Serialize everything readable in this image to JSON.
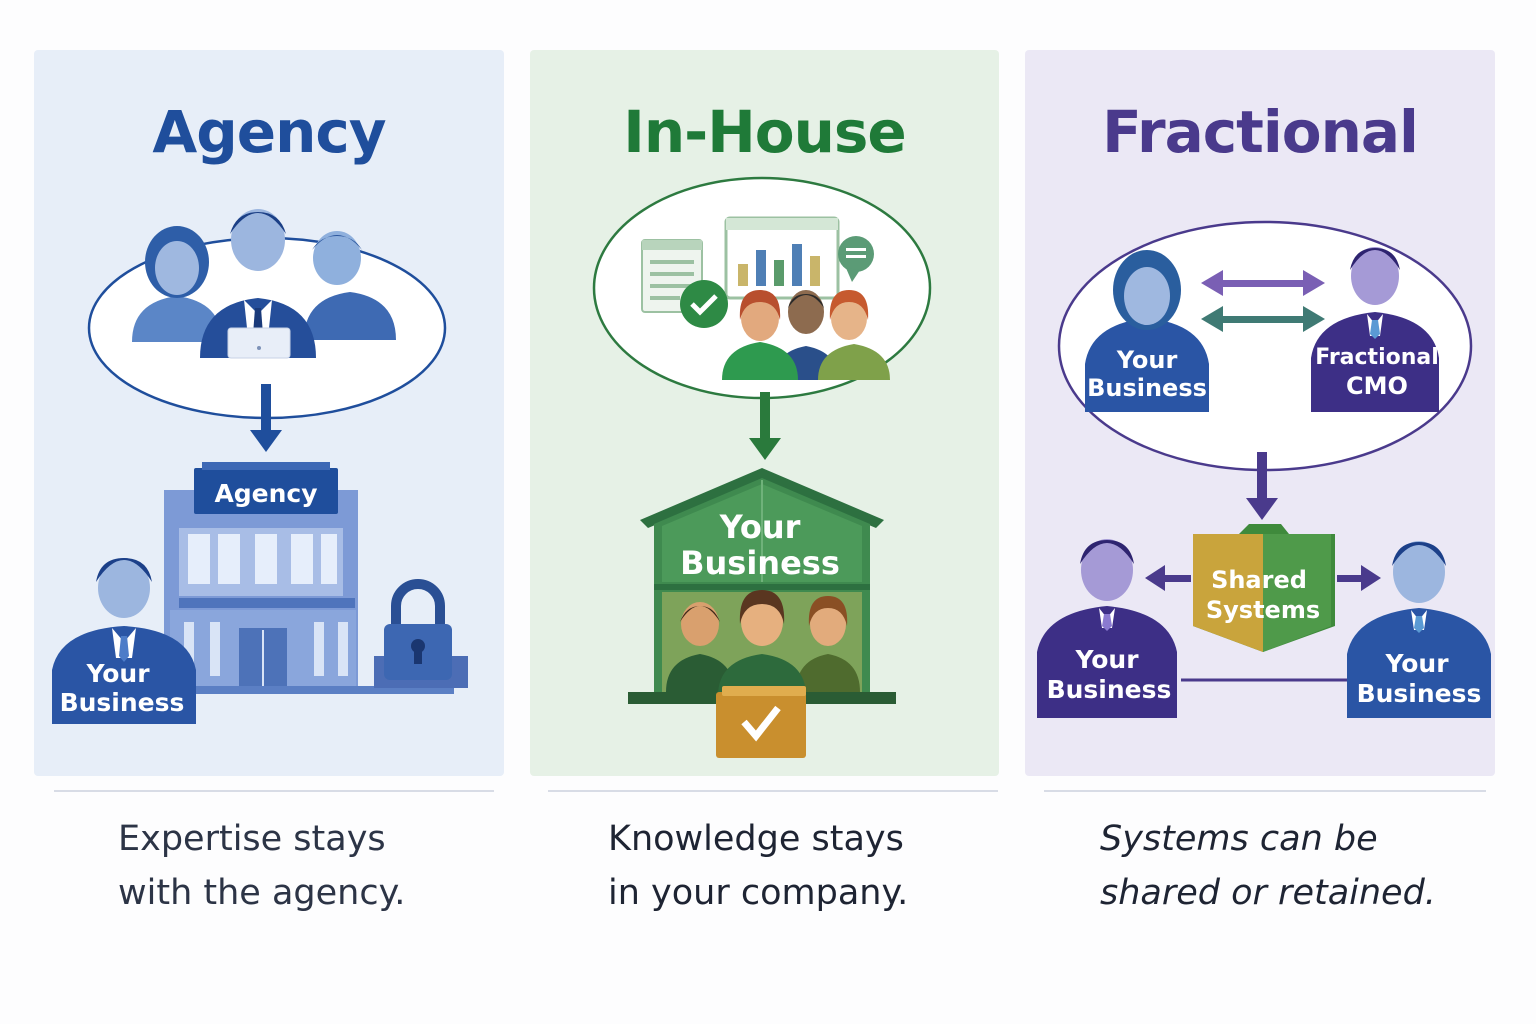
{
  "panels": [
    {
      "title": "Agency",
      "color": "#1f4e9c",
      "labels": {
        "building": "Agency",
        "person": [
          "Your",
          "Business"
        ]
      },
      "caption": [
        "Expertise stays",
        "with the agency."
      ]
    },
    {
      "title": "In-House",
      "color": "#1f7a38",
      "labels": {
        "house": [
          "Your",
          "Business"
        ]
      },
      "caption": [
        "Knowledge stays",
        "in your company."
      ]
    },
    {
      "title": "Fractional",
      "color": "#4a3a8c",
      "labels": {
        "top_left": [
          "Your",
          "Business"
        ],
        "top_right": [
          "Fractional",
          "CMO"
        ],
        "systems": [
          "Shared",
          "Systems"
        ],
        "bottom_left": [
          "Your",
          "Business"
        ],
        "bottom_right": [
          "Your",
          "Business"
        ]
      },
      "caption": [
        "Systems can be",
        "shared or retained."
      ]
    }
  ],
  "icons": [
    "people-group-icon",
    "arrow-down-icon",
    "building-icon",
    "padlock-icon",
    "person-icon",
    "dashboard-icon",
    "chat-bubble-icon",
    "check-icon",
    "house-icon",
    "folder-icon",
    "double-arrow-icon"
  ]
}
